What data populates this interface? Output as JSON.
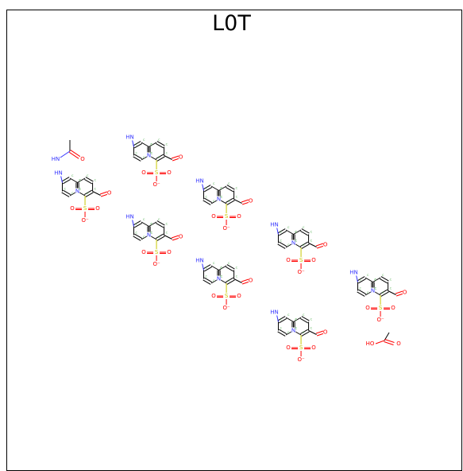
{
  "title": "L0T",
  "colors": {
    "carbon": "#000000",
    "nitrogen": "#3333ff",
    "oxygen": "#ff0000",
    "sulfur": "#c8c800",
    "annotation": "#44aa44"
  },
  "atom_labels": {
    "nh": "HN",
    "n": "N",
    "o": "O",
    "s": "S",
    "o_minus": "O⁻",
    "oh": "HO"
  }
}
